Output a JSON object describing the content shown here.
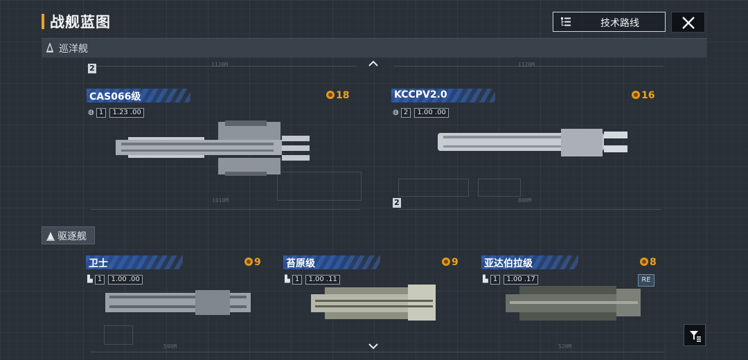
{
  "header": {
    "title": "战舰蓝图",
    "tech_route_label": "技术路线"
  },
  "categories": {
    "cruiser": "巡洋舰",
    "destroyer": "驱逐舰"
  },
  "blueprint_marks": {
    "top_left_dim": "1120M",
    "top_right_dim": "1120M",
    "cruiser1_dim": "1010M",
    "cruiser2_dim": "800M",
    "destroyer1_dim": "590M",
    "destroyer3_dim": "520M",
    "tag_top": "2",
    "tag_mid": "2"
  },
  "cruisers": [
    {
      "name": "CAS066级",
      "cost": "18",
      "level": "1",
      "version": "1.23",
      "sub": "00"
    },
    {
      "name": "KCCPV2.0",
      "cost": "16",
      "level": "2",
      "version": "1.00",
      "sub": "00"
    }
  ],
  "destroyers": [
    {
      "name": "卫士",
      "cost": "9",
      "level": "1",
      "version": "1.00",
      "sub": "00"
    },
    {
      "name": "苔原级",
      "cost": "9",
      "level": "1",
      "version": "1.00",
      "sub": "11"
    },
    {
      "name": "亚达伯拉级",
      "cost": "8",
      "level": "1",
      "version": "1.00",
      "sub": "17",
      "badge": "RE"
    }
  ],
  "icons": [
    "tech-route-icon",
    "close-icon",
    "cruiser-icon",
    "destroyer-icon",
    "chevron-up-icon",
    "chevron-down-icon",
    "filter-icon",
    "coin-icon",
    "faction-icon"
  ]
}
